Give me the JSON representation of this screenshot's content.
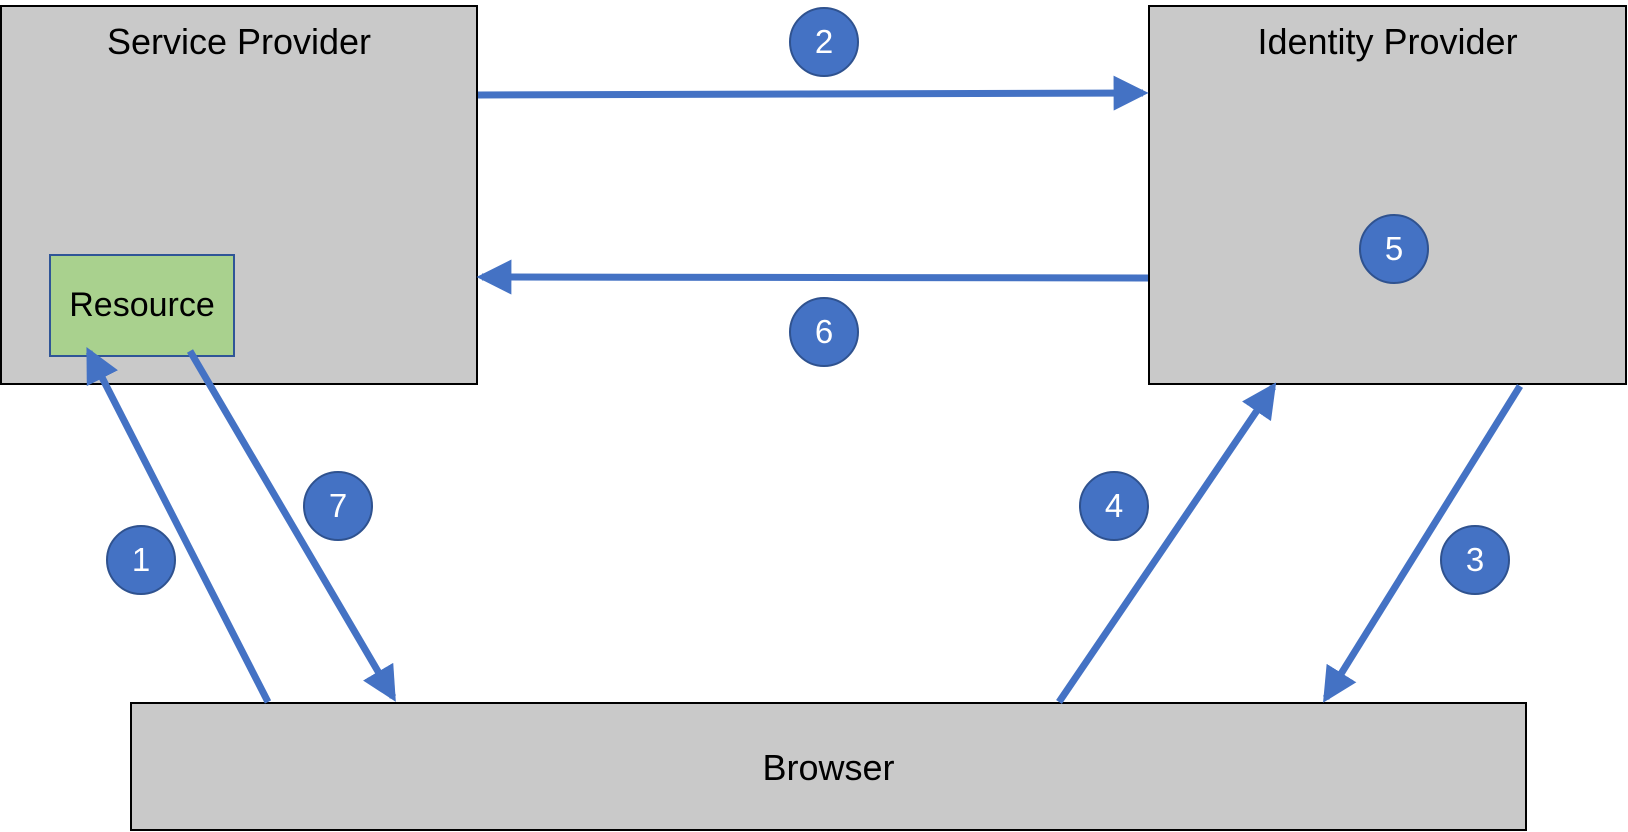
{
  "service_provider": {
    "title": "Service Provider",
    "resource_label": "Resource"
  },
  "identity_provider": {
    "title": "Identity Provider"
  },
  "browser": {
    "title": "Browser"
  },
  "steps": [
    "1",
    "2",
    "3",
    "4",
    "5",
    "6",
    "7"
  ],
  "colors": {
    "box_fill": "#c9c9c9",
    "resource_fill": "#a9d18e",
    "arrow": "#4472c4",
    "step_fill": "#4472c4"
  }
}
